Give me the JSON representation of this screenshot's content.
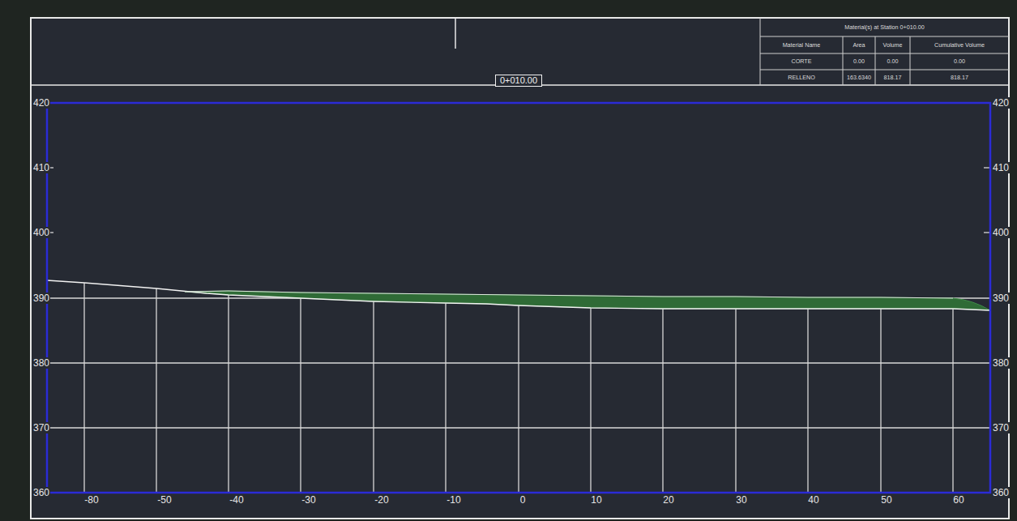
{
  "diagram": {
    "nodes": [
      {
        "text": [
          "0+010.00"
        ]
      }
    ],
    "labels": [
      "Material(s) at Station 0+010.00",
      "Material Name",
      "Area",
      "Volume",
      "Cumulative Volume",
      "CORTE",
      "0.00",
      "0.00",
      "0.00",
      "RELLENO",
      "163.6340",
      "818.17",
      "818.17",
      "420",
      "410",
      "400",
      "390",
      "380",
      "370",
      "360",
      "420",
      "410",
      "400",
      "390",
      "380",
      "370",
      "360",
      "-80",
      "-50",
      "-40",
      "-30",
      "-20",
      "-10",
      "0",
      "10",
      "20",
      "30",
      "40",
      "50",
      "60"
    ]
  }
}
